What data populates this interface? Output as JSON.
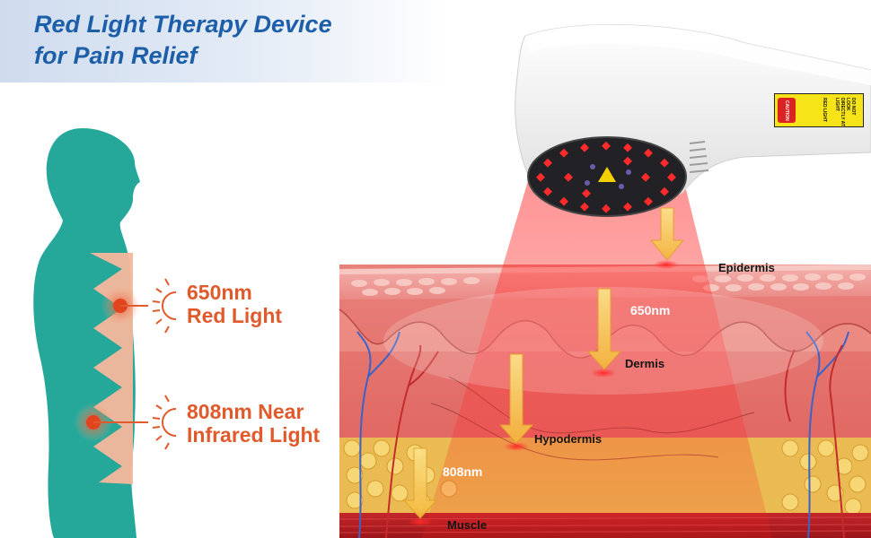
{
  "title": {
    "line1": "Red Light Therapy Device",
    "line2": "for Pain Relief"
  },
  "callouts": {
    "red": {
      "line1": "650nm",
      "line2": "Red Light"
    },
    "nir": {
      "line1": "808nm Near",
      "line2": "Infrared Light"
    }
  },
  "layers": {
    "epidermis": "Epidermis",
    "dermis": "Dermis",
    "hypodermis": "Hypodermis",
    "muscle": "Muscle"
  },
  "wavelengths": {
    "red": "650nm",
    "nir": "808nm"
  },
  "device": {
    "label_badge": "CAUTION",
    "label_text1": "RED LIGHT",
    "label_text2": "DO NOT LOOK DIRECTLY AT LIGHT"
  },
  "colors": {
    "title_blue": "#1c5ea8",
    "callout_orange": "#e05a2b",
    "body_teal": "#25a89a",
    "torso_peach": "#f6b79c"
  }
}
